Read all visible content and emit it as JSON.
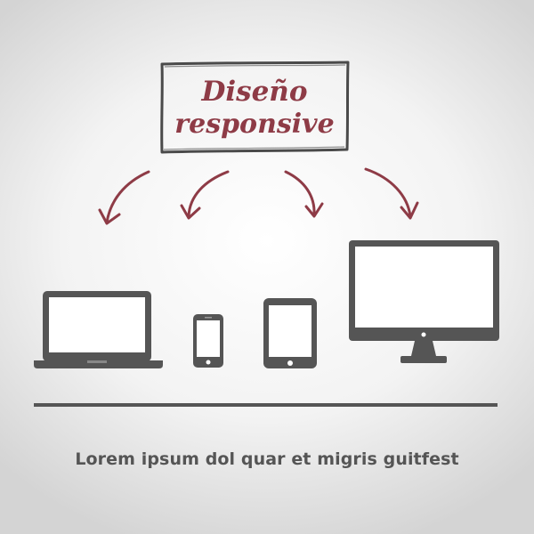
{
  "title": {
    "line1": "Diseño",
    "line2": "responsive"
  },
  "devices": [
    {
      "name": "laptop",
      "icon": "laptop-icon"
    },
    {
      "name": "smartphone",
      "icon": "smartphone-icon"
    },
    {
      "name": "tablet",
      "icon": "tablet-icon"
    },
    {
      "name": "desktop monitor",
      "icon": "monitor-icon"
    }
  ],
  "caption": "Lorem ipsum dol quar et migris guitfest",
  "colors": {
    "accent": "#8e3b46",
    "device": "#555555",
    "frame": "#4a4a4a",
    "background": "#f3f3f3"
  }
}
